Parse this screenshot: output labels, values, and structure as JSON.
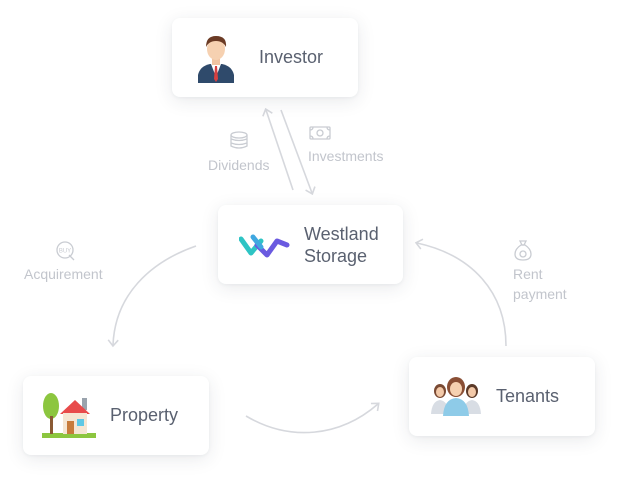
{
  "nodes": {
    "investor": {
      "label": "Investor"
    },
    "westland": {
      "label_line1": "Westland",
      "label_line2": "Storage"
    },
    "property": {
      "label": "Property"
    },
    "tenants": {
      "label": "Tenants"
    }
  },
  "flows": {
    "dividends": {
      "label": "Dividends",
      "icon": "coins-icon"
    },
    "investments": {
      "label": "Investments",
      "icon": "cash-icon"
    },
    "acquirement": {
      "label": "Acquirement",
      "icon": "buy-tag-icon"
    },
    "rent_payment": {
      "label_line1": "Rent",
      "label_line2": "payment",
      "icon": "money-bag-icon"
    }
  },
  "colors": {
    "brand_teal": "#2ec4c4",
    "brand_purple": "#6a5ae0",
    "muted_text": "#c2c5cc",
    "arrow": "#d6d8dd"
  }
}
